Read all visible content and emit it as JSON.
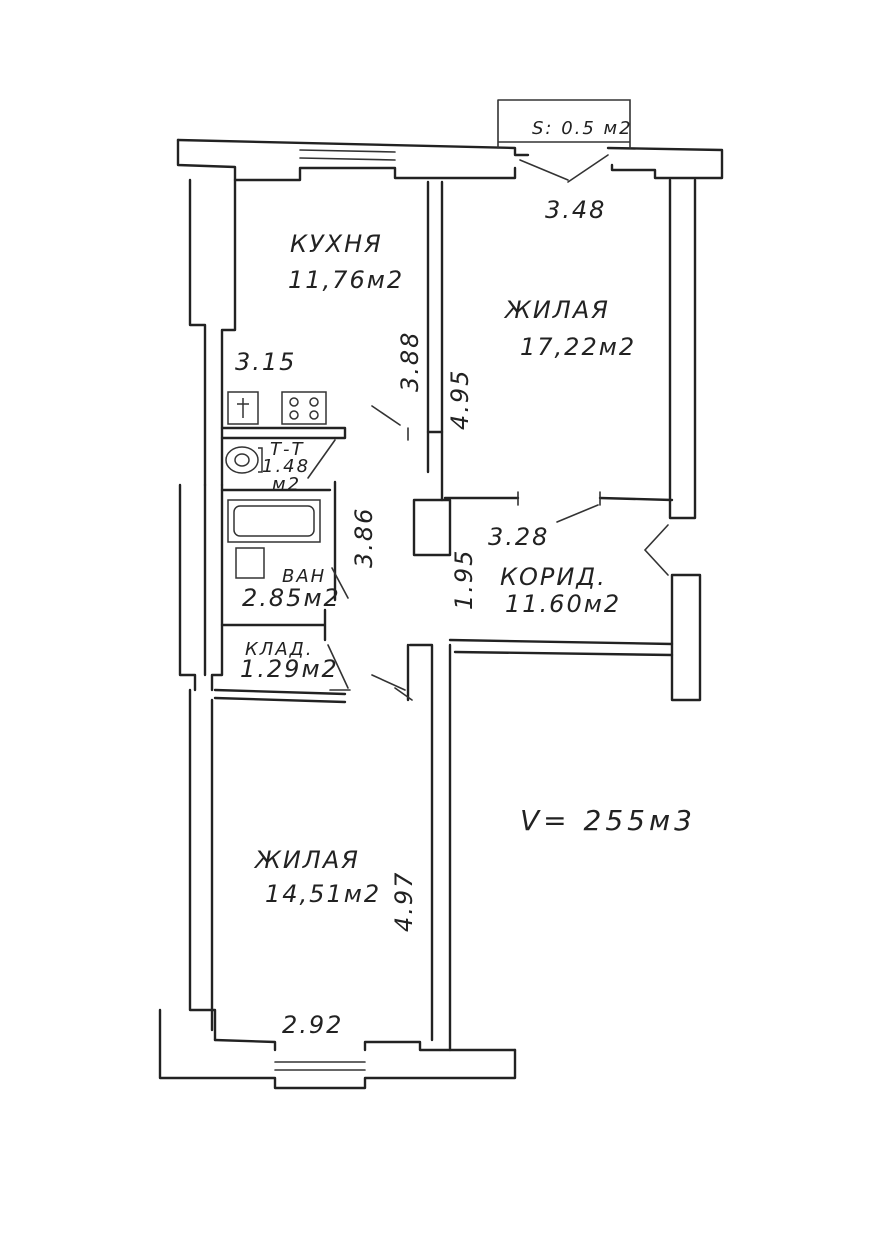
{
  "rooms": {
    "kitchen": {
      "name": "КУХНЯ",
      "area": "11,76м2"
    },
    "living_top": {
      "name": "ЖИЛАЯ",
      "area": "17,22м2"
    },
    "toilet": {
      "name": "Т-Т",
      "area": "1.48",
      "unit": "м2"
    },
    "bath": {
      "name": "ВАН",
      "area": "2.85м2"
    },
    "corridor": {
      "name": "КОРИД.",
      "area": "11.60м2"
    },
    "closet": {
      "name": "КЛАД.",
      "area": "1.29м2"
    },
    "living_bottom": {
      "name": "ЖИЛАЯ",
      "area": "14,51м2"
    }
  },
  "balcony": {
    "label": "S: 0.5 м2"
  },
  "dimensions": {
    "balcony_width": "3.48",
    "kitchen_width": "3.15",
    "kitchen_depth": "3.88",
    "living_top_depth": "4.95",
    "bath_depth": "3.86",
    "corridor_width": "3.28",
    "corridor_depth": "1.95",
    "living_bottom_depth": "4.97",
    "living_bottom_width": "2.92"
  },
  "volume": {
    "label": "V= 255м3"
  }
}
